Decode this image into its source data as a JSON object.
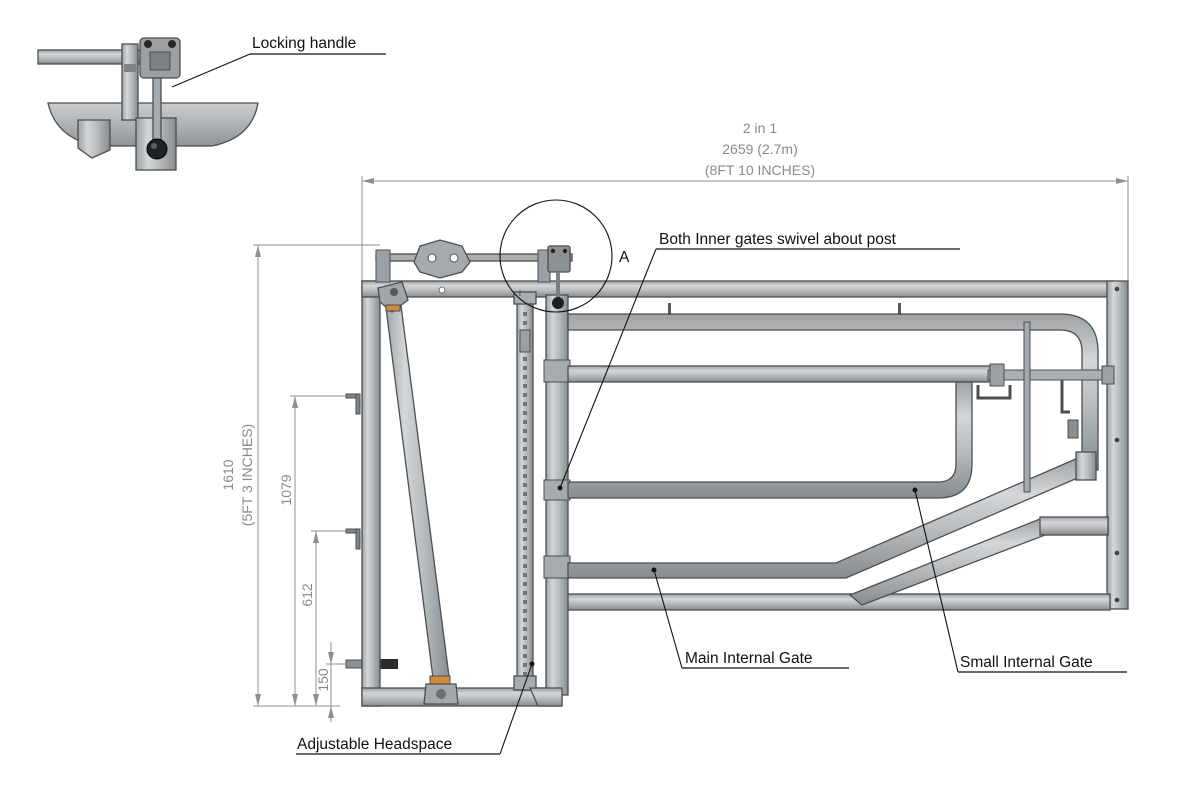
{
  "colors": {
    "steel": "#b9bec1",
    "steel_dark": "#8e9499",
    "outline": "#4b4f52",
    "dimension": "#8a8a8a",
    "orange_collar": "#d58a3a",
    "text": "#111111"
  },
  "dimensions": {
    "overall_width": {
      "label": "2 in 1",
      "metric": "2659 (2.7m)",
      "imperial": "(8FT 10 INCHES)"
    },
    "overall_height": {
      "metric": "1610",
      "imperial": "(5FT 3 INCHES)"
    },
    "height_1079": "1079",
    "height_612": "612",
    "height_150": "150"
  },
  "callouts": {
    "locking_handle": "Locking handle",
    "detail_marker": "A",
    "swivel_post": "Both Inner gates swivel about post",
    "main_internal_gate": "Main Internal Gate",
    "small_internal_gate": "Small Internal Gate",
    "adjustable_headspace": "Adjustable Headspace"
  }
}
